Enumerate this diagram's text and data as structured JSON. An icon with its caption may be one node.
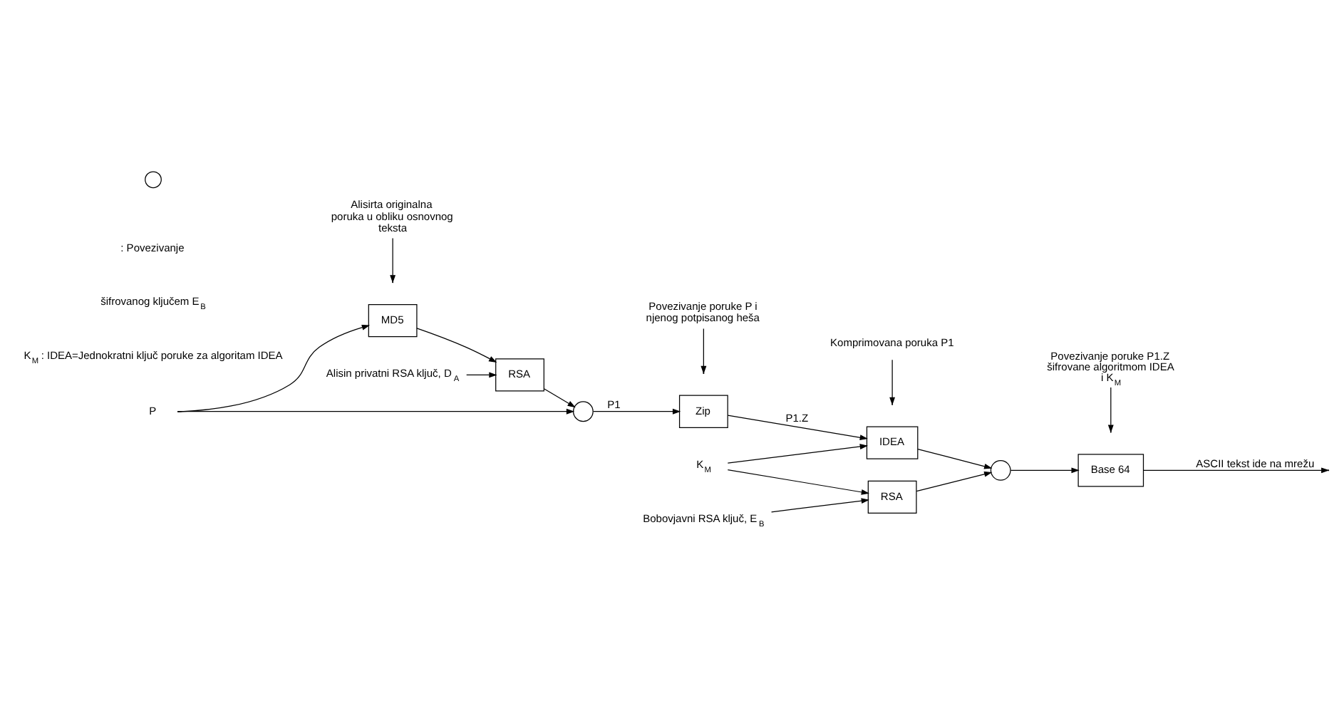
{
  "diagram": {
    "nodes": [
      {
        "text": [
          "Alisin privatni RSA ključ, D$_{A}$"
        ]
      },
      {
        "text": [
          "Bobovjavni RSA ključ, E$_{B}$"
        ]
      },
      {
        "text": [
          "K$_{M}$"
        ]
      },
      {
        "text": [
          "RSA"
        ]
      },
      {
        "text": [
          "P"
        ]
      },
      {
        "text": [
          "MD5"
        ]
      },
      {
        "text": [
          "RSA"
        ]
      },
      {
        "text": [],
        "shape": "circle"
      },
      {
        "text": [
          "Zip"
        ]
      },
      {
        "text": [
          "IDEA"
        ]
      },
      {
        "text": [],
        "shape": "circle"
      },
      {
        "text": [
          "Base 64"
        ]
      },
      {
        "text": [
          "Alisirta originalna poruka u obliku osnovnog teksta"
        ]
      },
      {
        "text": [
          "Povezivanje poruke P i njenog potpisanog heša"
        ]
      },
      {
        "text": [
          "Komprimovana poruka P1"
        ]
      },
      {
        "text": [
          "Povezivanje poruke P1.Z šifrovane algoritmom IDEA i K$_{M}$"
        ]
      }
    ],
    "edges": [
      {
        "from": 0,
        "to": 6,
        "arrow": "to"
      },
      {
        "from": 1,
        "to": 3,
        "arrow": "to"
      },
      {
        "from": 2,
        "to": 3,
        "arrow": "to"
      },
      {
        "from": 2,
        "to": 9,
        "arrow": "to"
      },
      {
        "from": 4,
        "to": 5,
        "arrow": "to"
      },
      {
        "from": 4,
        "to": 7,
        "arrow": "to"
      },
      {
        "from": 5,
        "to": 6,
        "arrow": "to"
      },
      {
        "from": 6,
        "to": 7,
        "arrow": "to"
      },
      {
        "from": 7,
        "to": 8,
        "arrow": "to",
        "label": "P1"
      },
      {
        "from": 8,
        "to": 9,
        "arrow": "to",
        "label": "P1.Z"
      },
      {
        "from": 9,
        "to": 10,
        "arrow": "to"
      },
      {
        "from": 3,
        "to": 10,
        "arrow": "to"
      },
      {
        "from": 10,
        "to": 11,
        "arrow": "to"
      },
      {
        "from": 11,
        "to": null,
        "arrow": "to",
        "label": "ASCII tekst ide na mrežu"
      },
      {
        "from": 12,
        "to": null,
        "arrow": "to"
      },
      {
        "from": 13,
        "to": null,
        "arrow": "to"
      },
      {
        "from": 14,
        "to": null,
        "arrow": "to"
      },
      {
        "from": 15,
        "to": null,
        "arrow": "to"
      }
    ],
    "labels": [
      "K$_{M}$ : IDEA=Jednokratni ključ poruke za algoritam IDEA",
      "šifrovanog ključem E$_{B}$"
    ],
    "legend": [
      {
        "text": ": Povezivanje"
      }
    ]
  }
}
